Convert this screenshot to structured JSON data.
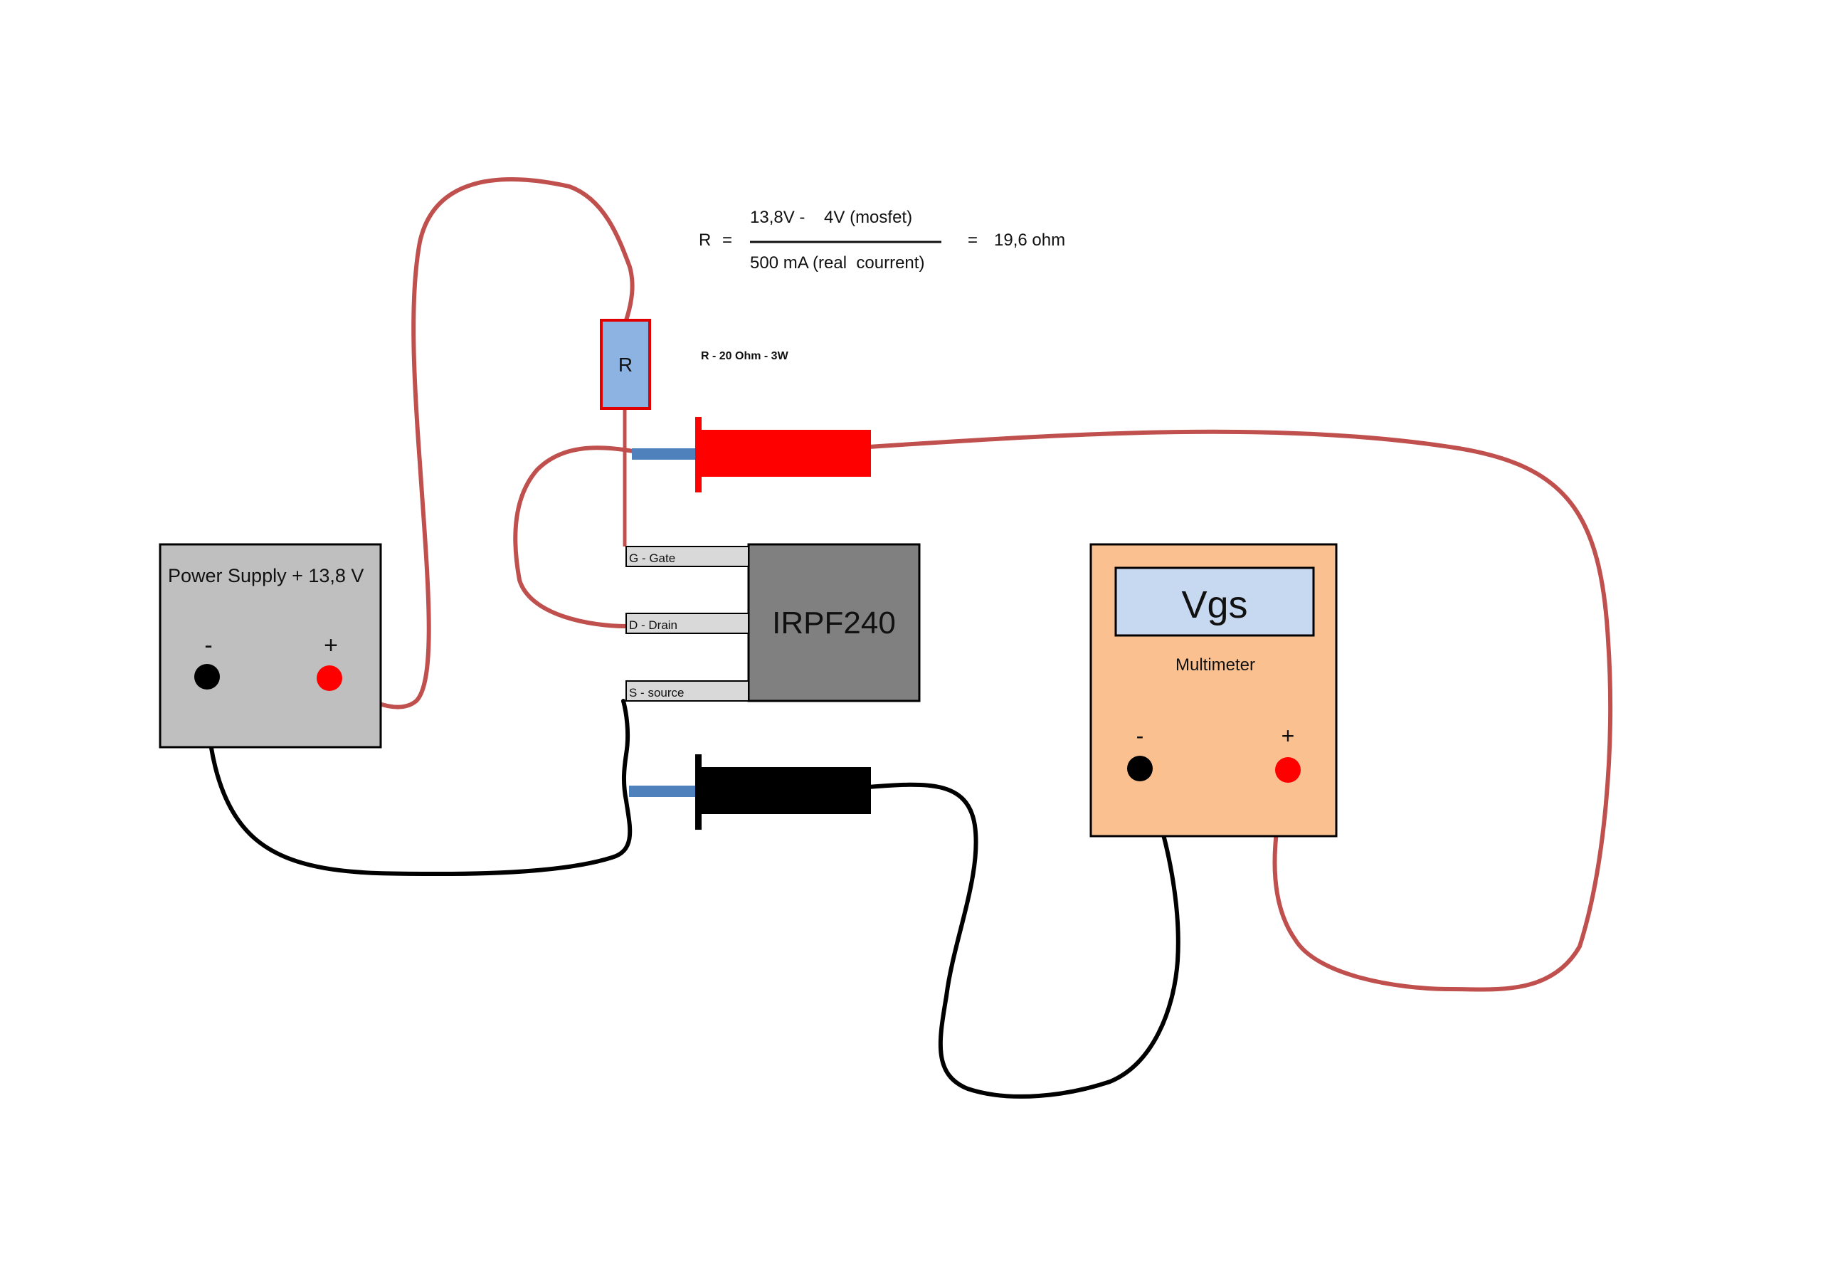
{
  "formula": {
    "lhs": "R",
    "eq1": "=",
    "numerator": "13,8V -    4V (mosfet)",
    "denominator": "500 mA (real  courrent)",
    "eq2": "=",
    "result": "19,6 ohm"
  },
  "resistor": {
    "label": "R",
    "note": "R - 20 Ohm - 3W"
  },
  "power_supply": {
    "title": "Power Supply + 13,8 V",
    "minus": "-",
    "plus": "+"
  },
  "mosfet": {
    "name": "IRPF240",
    "pins": [
      "G - Gate",
      "D - Drain",
      "S - source"
    ]
  },
  "multimeter": {
    "display": "Vgs",
    "label": "Multimeter",
    "minus": "-",
    "plus": "+"
  },
  "colors": {
    "red_wire": "#c0504d",
    "black_wire": "#000000",
    "resistor_fill": "#8db3e2",
    "supply_fill": "#bfbfbf",
    "mosfet_body": "#808080",
    "pin_fill": "#d9d9d9",
    "meter_fill": "#fac090",
    "display_fill": "#c6d9f1",
    "probe_red": "#ff0000",
    "probe_black": "#000000",
    "probe_tip": "#4f81bd"
  }
}
